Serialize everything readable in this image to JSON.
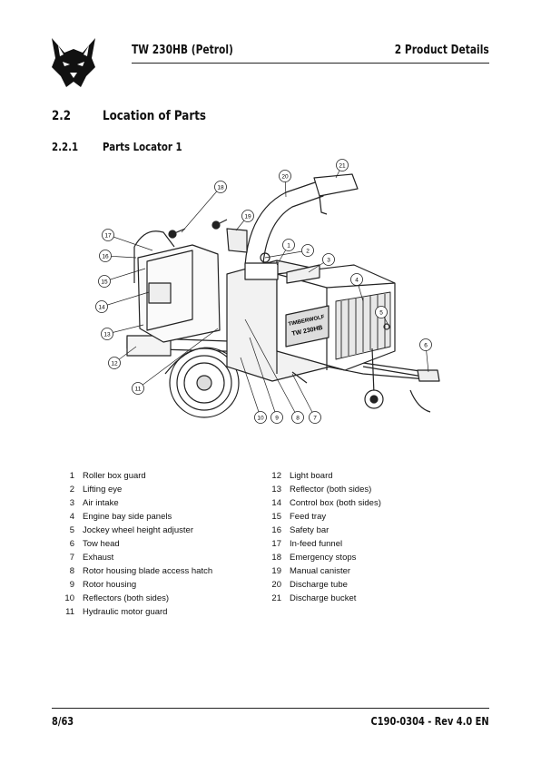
{
  "header": {
    "title": "TW 230HB (Petrol)",
    "section": "2 Product Details"
  },
  "section": {
    "number": "2.2",
    "title": "Location of Parts"
  },
  "subsection": {
    "number": "2.2.1",
    "title": "Parts Locator 1"
  },
  "diagram": {
    "brand_text": "TIMBERWOLF",
    "model_text": "TW 230HB",
    "callouts": [
      "1",
      "2",
      "3",
      "4",
      "5",
      "6",
      "7",
      "8",
      "9",
      "10",
      "11",
      "12",
      "13",
      "14",
      "15",
      "16",
      "17",
      "18",
      "19",
      "20",
      "21"
    ]
  },
  "parts_left": [
    {
      "num": "1",
      "name": "Roller box guard"
    },
    {
      "num": "2",
      "name": "Lifting eye"
    },
    {
      "num": "3",
      "name": "Air intake"
    },
    {
      "num": "4",
      "name": "Engine bay side panels"
    },
    {
      "num": "5",
      "name": "Jockey wheel height adjuster"
    },
    {
      "num": "6",
      "name": "Tow head"
    },
    {
      "num": "7",
      "name": "Exhaust"
    },
    {
      "num": "8",
      "name": "Rotor housing blade access hatch"
    },
    {
      "num": "9",
      "name": "Rotor housing"
    },
    {
      "num": "10",
      "name": "Reflectors (both sides)"
    },
    {
      "num": "11",
      "name": "Hydraulic motor guard"
    }
  ],
  "parts_right": [
    {
      "num": "12",
      "name": "Light board"
    },
    {
      "num": "13",
      "name": "Reflector (both sides)"
    },
    {
      "num": "14",
      "name": "Control box (both sides)"
    },
    {
      "num": "15",
      "name": "Feed tray"
    },
    {
      "num": "16",
      "name": "Safety bar"
    },
    {
      "num": "17",
      "name": "In-feed funnel"
    },
    {
      "num": "18",
      "name": "Emergency stops"
    },
    {
      "num": "19",
      "name": "Manual canister"
    },
    {
      "num": "20",
      "name": "Discharge tube"
    },
    {
      "num": "21",
      "name": "Discharge bucket"
    }
  ],
  "footer": {
    "page": "8/63",
    "doc_ref": "C190-0304 - Rev 4.0  EN"
  }
}
